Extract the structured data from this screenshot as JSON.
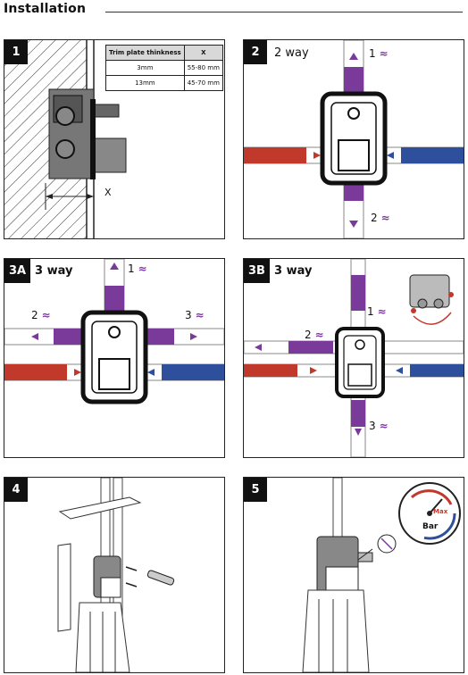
{
  "page": {
    "title": "Installation"
  },
  "colors": {
    "hot": "#c0392b",
    "cold": "#2e4f9c",
    "outlet": "#7a3a9a",
    "frame": "#222222"
  },
  "panel1": {
    "step": "1",
    "table": {
      "headers": [
        "Trim plate thinkness",
        "X"
      ],
      "rows": [
        [
          "3mm",
          "55-80 mm"
        ],
        [
          "13mm",
          "45-70 mm"
        ]
      ]
    },
    "dimension_label": "X"
  },
  "panel2": {
    "step": "2",
    "label": "2 way",
    "outlets": [
      "1",
      "2"
    ],
    "wave": "≈"
  },
  "panel3a": {
    "step": "3A",
    "label": "3 way",
    "outlets": [
      "1",
      "2",
      "3"
    ],
    "wave": "≈"
  },
  "panel3b": {
    "step": "3B",
    "label": "3 way",
    "outlets": [
      "1",
      "2",
      "3"
    ],
    "wave": "≈"
  },
  "panel4": {
    "step": "4"
  },
  "panel5": {
    "step": "5",
    "gauge": {
      "unit": "Bar",
      "max_label": "Max"
    }
  }
}
